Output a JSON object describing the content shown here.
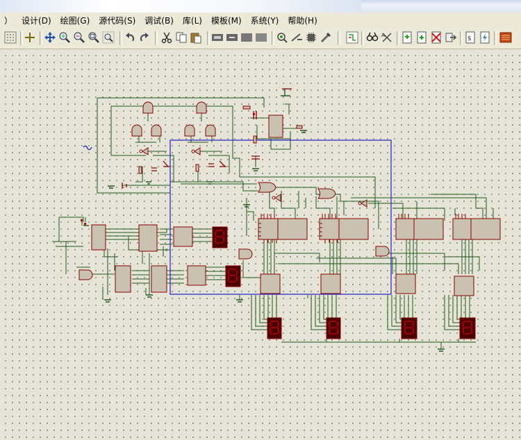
{
  "menu": {
    "items": [
      "）",
      "设计(D)",
      "绘图(G)",
      "源代码(S)",
      "调试(B)",
      "库(L)",
      "模板(M)",
      "系统(Y)",
      "帮助(H)"
    ]
  },
  "toolbar": {
    "icons": [
      "grid-icon",
      "origin-icon",
      "pan-icon",
      "zoom-in-icon",
      "zoom-out-icon",
      "zoom-all-icon",
      "zoom-area-icon",
      "undo-icon",
      "redo-icon",
      "cut-icon",
      "copy-icon",
      "paste-icon",
      "block-copy-icon",
      "block-move-icon",
      "block-rotate-icon",
      "block-delete-icon",
      "pick-device-icon",
      "make-device-icon",
      "packaging-icon",
      "decompose-icon",
      "wire-autorouter-icon",
      "search-icon",
      "property-assign-icon",
      "new-sheet-icon",
      "add-sheet-icon",
      "remove-sheet-icon",
      "goto-sheet-icon",
      "bill-of-materials-icon",
      "electrical-rule-check-icon",
      "ares-icon"
    ]
  },
  "colors": {
    "wire": "#1e5a1e",
    "component_fill": "#c9c2b0",
    "component_border": "#8b0000",
    "display_fill": "#4a0000",
    "segment": "#c00000",
    "selection": "#2020c8",
    "canvas": "#e6e4d6"
  }
}
